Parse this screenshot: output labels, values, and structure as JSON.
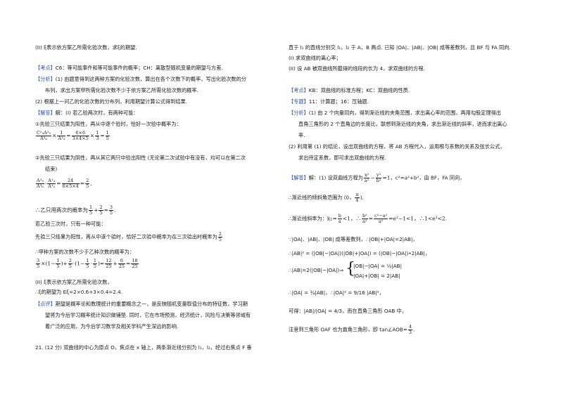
{
  "left": {
    "l01": "(II) ξ表示依方案乙所需化验次数，求ξ的期望.",
    "kd_tag": "【考点】",
    "kd_text": "C6：等可能事件和等可能事件的概率；CH：离散型随机变量的期望与方差.",
    "fx_tag": "【分析】",
    "fx_text1": "(1) 由题意得到这两种方案的化验次数，算出在各个次数下的概率，写出化验次数的分",
    "fx_text2": "布列，求出方案甲所需化验次数不少于依方案乙所需化验次数的概率.",
    "fx_text3": "(2) 根据上一问乙的化验次数的分布列，利用期望计算公式得到结果.",
    "jd_tag": "【解答】",
    "jd_text": "解：(I) 若乙验两次时，有两种可能：",
    "case1": "①先验三只结果为阳性，再从中逐个验时，恰好一次验中概率为：",
    "case2a": "②先验三只结果为阴性，再从其它两只中验出阳性 (无论第二次试验中有没有，均可以在第二次",
    "case2b": "结束)",
    "yi2": "∴乙只用两次的概率为",
    "yi3": "若乙验三次时，只有一种可能：",
    "case3": "先验三只结果为阳性，再从中逐个验时，恰好二次验中概率为在三次验出时概率为",
    "jia": "∴甲种方案的次数不少于乙种次数的概率为：",
    "p2": "(II) ξ表示依方案乙所需化验次数，",
    "exp": "∴ξ的期望为 Eξ=2×0.6+3×0.4=2.4.",
    "dp_tag": "【点评】",
    "dp_text1": "期望是概率论和数理统计的重要概念之一，是反映随机变量取值分布的特征数，学习期",
    "dp_text2": "望将为今后学习概率统计知识做铺垫. 同时，它在市场预测，经济统计，风险与决策等领域有",
    "dp_text3": "着广泛的应用，为今后学习数学及相关学科产生深远的影响.",
    "q21": "21.  (12 分) 双曲线的中心为原点 O，焦点在 x 轴上，两条渐近线分别为 l₁，l₂，经过右焦点 F 垂"
  },
  "right": {
    "r01": "直于 l₁ 的直线分别交 l₁，l₂ 于 A，B 两点. 已知 |OA|、|AB|、|OB| 成等差数列，且 BF 与 FA 同向.",
    "r02": "(I) 求双曲线的离心率；",
    "r03": "(II) 设 AB 被双曲线所截得的线段的长为 4，求双曲线的方程.",
    "kd_tag": "【考点】",
    "kd_text": "KB：双曲线的标准方程；KC：双曲线的性质.",
    "zt_tag": "【专题】",
    "zt_text": "11：计算题；16：压轴题.",
    "fx_tag": "【分析】",
    "fx_text1": "(1) 由 2 个向量同向，得到渐近线的夹角范围，求出离心率的范围，再用勾股定理得出",
    "fx_text2": "直角三角形的 2 个直角边的长度比，联想到渐近线的夹角，求出渐近线的斜率，进而求出离心",
    "fx_text3": "率.",
    "fx_text4": "(2) 利用第 (1) 的结论，设出双曲线的方程，将 AB 方程代入，运用根与系数的关系及弦长公式，",
    "fx_text5": "求出待定系数，即可求出双曲线的方程.",
    "jd_tag": "【解答】",
    "jd_text": "解：(1) 设双曲线方程为",
    "jd_tail": "，c²=a²+b²，由 BF，FA 同向，",
    "angle": "∴渐近线的倾斜角范围为 (0，",
    "slope": "∴渐近线斜率为：",
    "slope_tail": "=e²−1<1，∴1<e²<2.",
    "arith": "∵|OA|、|AB|、|OB| 成等差数列，∴|OB|+|OA|=2|AB|，",
    "sq": "∴|AB|² = (|OB|−|OA|)(|OB|+|OA|) = (|OB|−|OA|)•2|AB|，",
    "sys_pre": "∴|AB|=2(|OB|−|OA|)⇒",
    "sys1": "|OB|−|OA| = ½|AB|",
    "sys2": "|OA|+|OB| = 2|AB|",
    "oa": "∴|OA| = ¾|AB|，∴|OA|² = 9/16 |AB|²，",
    "get": "可得：|AB|/|OA| = 4/3，而在直角三角形 OAB 中，",
    "note": "注意到三角形 OAF 也为直角三角形，即 tan∠AOB=",
    "note_frac_num": "4",
    "note_frac_den": "3"
  },
  "fractions": {
    "one": "1",
    "two": "2",
    "three": "3",
    "four": "4",
    "five": "5",
    "six": "6",
    "pi": "π",
    "a": "a",
    "b": "b",
    "x2": "x²",
    "y2": "y²",
    "a2": "a²",
    "b2": "b²"
  }
}
